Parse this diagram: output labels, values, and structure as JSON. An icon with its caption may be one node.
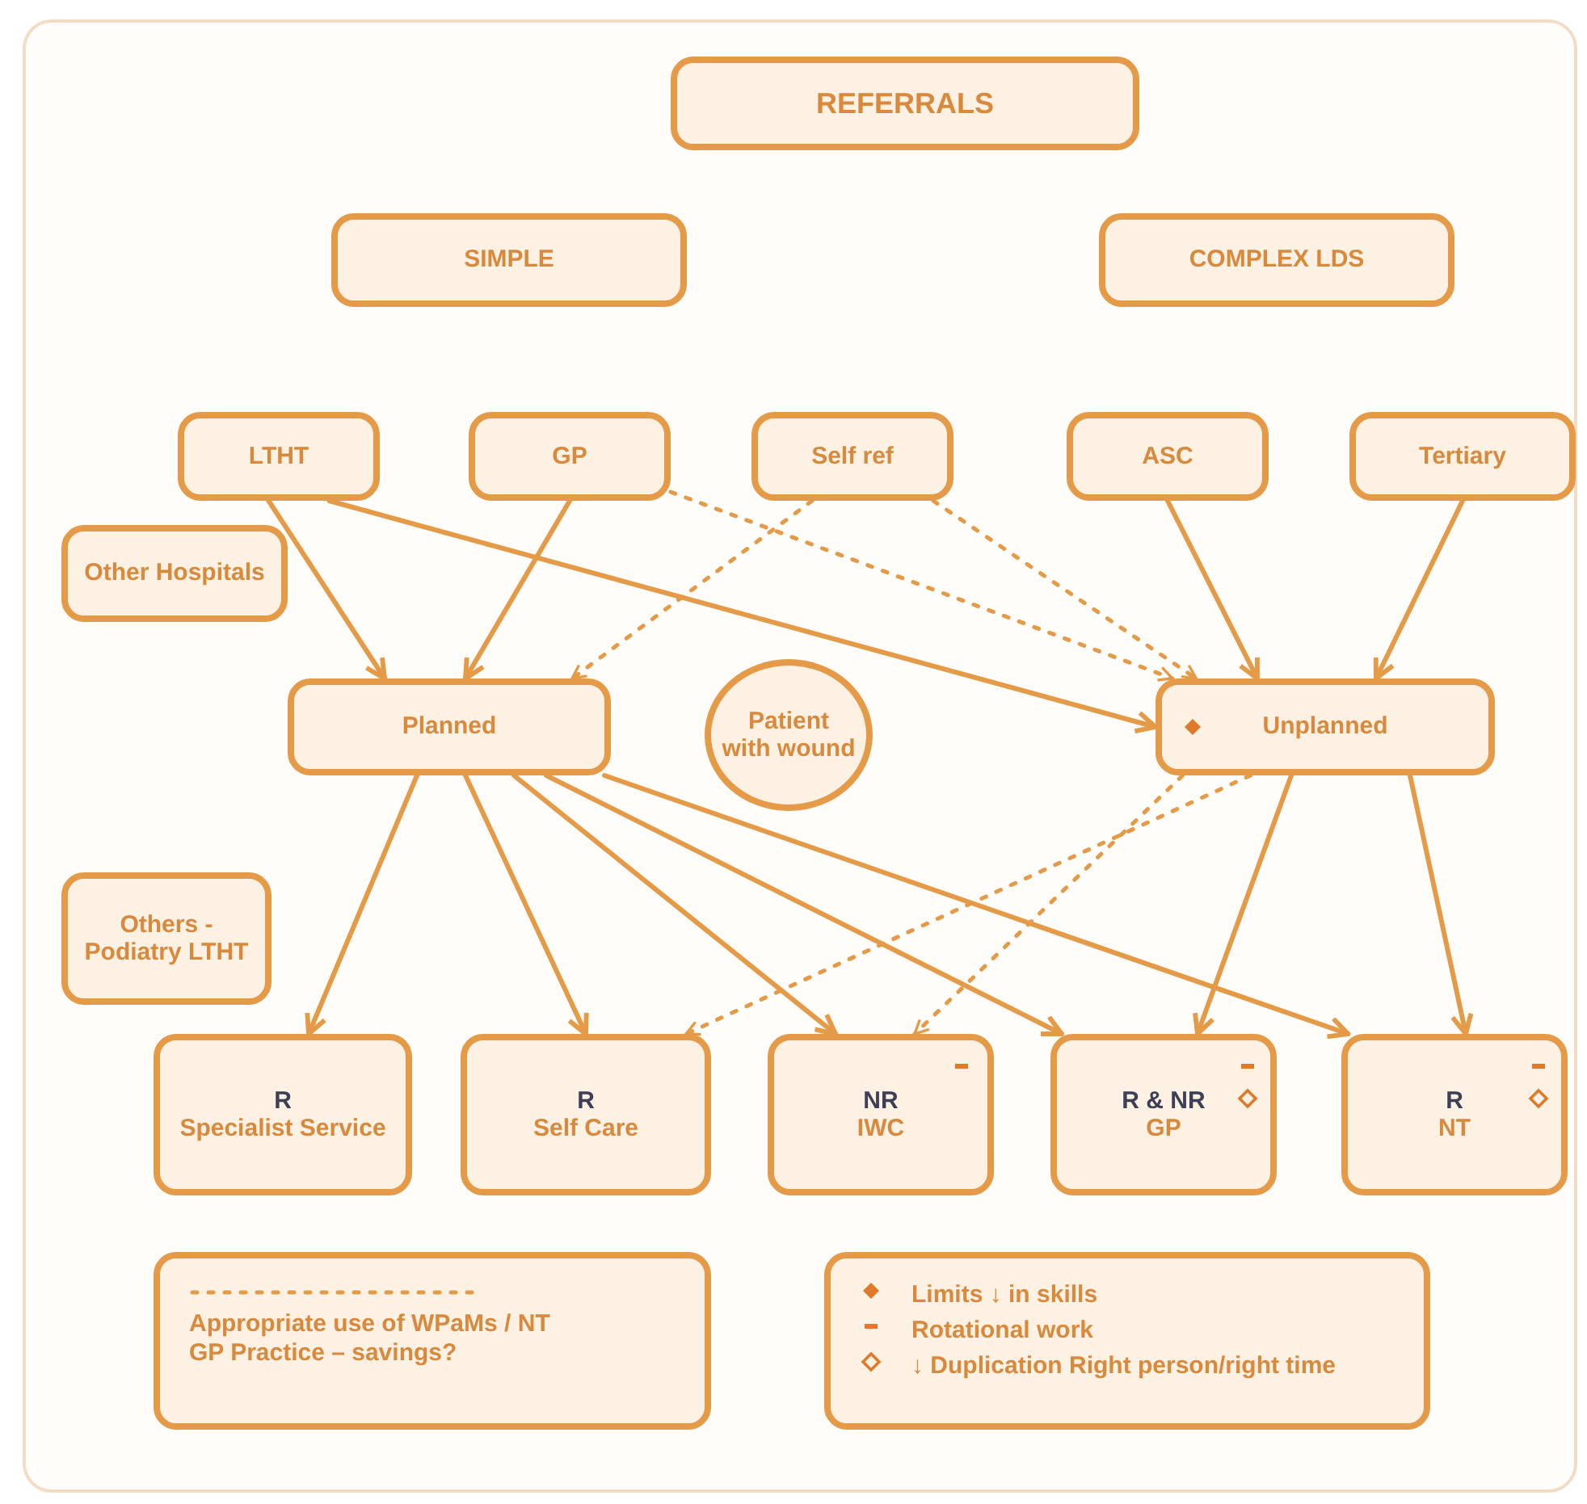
{
  "diagram": {
    "nodes": [
      {
        "text": [
          "REFERRALS"
        ]
      },
      {
        "text": [
          "SIMPLE"
        ]
      },
      {
        "text": [
          "COMPLEX LDS"
        ]
      },
      {
        "text": [
          "LTHT"
        ]
      },
      {
        "text": [
          "GP"
        ]
      },
      {
        "text": [
          "Self ref"
        ]
      },
      {
        "text": [
          "ASC"
        ]
      },
      {
        "text": [
          "Tertiary"
        ]
      },
      {
        "text": [
          "Other Hospitals"
        ]
      },
      {
        "text": [
          "Planned"
        ]
      },
      {
        "text": [
          "Patient with wound"
        ]
      },
      {
        "text": [
          "Unplanned"
        ]
      },
      {
        "text": [
          "Others - Podiatry LTHT"
        ]
      },
      {
        "text": [
          "R",
          "Specialist Service"
        ]
      },
      {
        "text": [
          "R",
          "Self Care"
        ]
      },
      {
        "text": [
          "NR",
          "IWC"
        ]
      },
      {
        "text": [
          "R & NR",
          "GP"
        ]
      },
      {
        "text": [
          "R",
          "NT"
        ]
      }
    ],
    "edges": [
      {
        "from": 3,
        "to": 9,
        "arrow": "to"
      },
      {
        "from": 4,
        "to": 9,
        "arrow": "to"
      },
      {
        "from": 3,
        "to": 11,
        "arrow": "to"
      },
      {
        "from": 4,
        "to": 11,
        "arrow": "to",
        "style": "dashed"
      },
      {
        "from": 5,
        "to": 9,
        "arrow": "to",
        "style": "dashed"
      },
      {
        "from": 5,
        "to": 11,
        "arrow": "to",
        "style": "dashed"
      },
      {
        "from": 6,
        "to": 11,
        "arrow": "to"
      },
      {
        "from": 7,
        "to": 11,
        "arrow": "to"
      },
      {
        "from": 9,
        "to": 13,
        "arrow": "to"
      },
      {
        "from": 9,
        "to": 14,
        "arrow": "to"
      },
      {
        "from": 9,
        "to": 15,
        "arrow": "to"
      },
      {
        "from": 9,
        "to": 16,
        "arrow": "to"
      },
      {
        "from": 9,
        "to": 17,
        "arrow": "to"
      },
      {
        "from": 11,
        "to": 16,
        "arrow": "to"
      },
      {
        "from": 11,
        "to": 17,
        "arrow": "to"
      },
      {
        "from": 11,
        "to": 14,
        "arrow": "to",
        "style": "dashed"
      },
      {
        "from": 11,
        "to": 15,
        "arrow": "to",
        "style": "dashed"
      }
    ],
    "legend": [
      {
        "text": "Appropriate use of WPaMs / NT GP Practice – savings?"
      },
      {
        "text": "Limits ↓ in skills"
      },
      {
        "text": "Rotational work"
      },
      {
        "text": "↓ Duplication Right person/right time"
      }
    ]
  }
}
